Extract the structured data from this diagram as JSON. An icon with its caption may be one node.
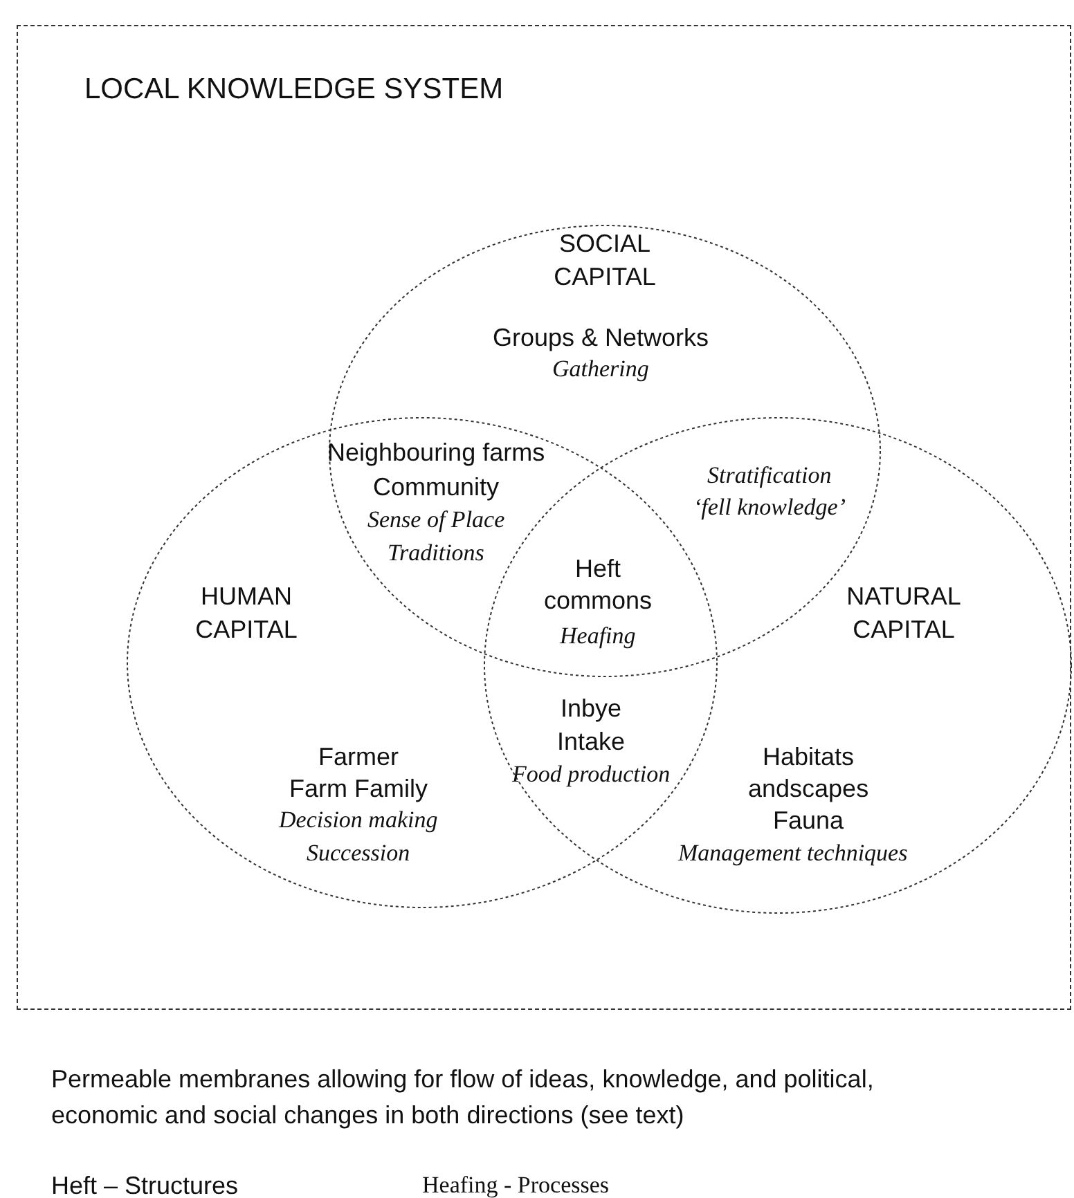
{
  "diagram": {
    "caption": "Permeable membranes allowing for flow of ideas, knowledge, and political, economic and social changes in both directions (see text)",
    "nodes": [
      {
        "text": [
          "LOCAL KNOWLEDGE SYSTEM"
        ]
      },
      {
        "text": [
          "SOCIAL CAPITAL",
          "Groups & Networks",
          "Gathering"
        ],
        "in": 0
      },
      {
        "text": [
          "HUMAN CAPITAL",
          "Farmer",
          "Farm Family",
          "Decision making",
          "Succession"
        ],
        "in": 0
      },
      {
        "text": [
          "NATURAL CAPITAL",
          "Habitats",
          "andscapes",
          "Fauna",
          "Management techniques"
        ],
        "in": 0
      }
    ],
    "edges": [],
    "labels": [
      "Neighbouring farms",
      "Community",
      "Sense of Place",
      "Traditions",
      "Stratification",
      "‘fell knowledge’",
      "Heft",
      "commons",
      "Heafing",
      "Inbye",
      "Intake",
      "Food production",
      "Heft – Structures",
      "Heafing - Processes"
    ]
  }
}
